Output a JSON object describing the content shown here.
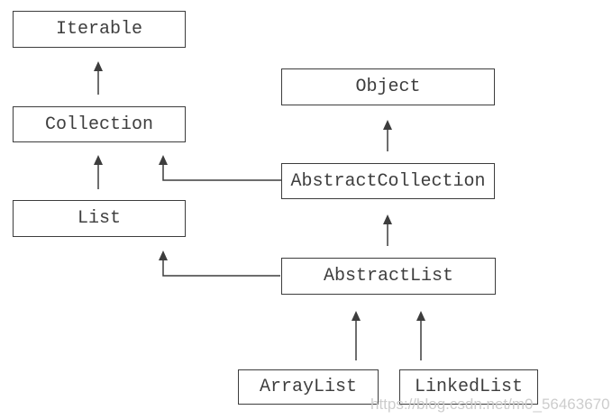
{
  "diagram": {
    "nodes": {
      "iterable": {
        "label": "Iterable"
      },
      "object": {
        "label": "Object"
      },
      "collection": {
        "label": "Collection"
      },
      "abstract_collection": {
        "label": "AbstractCollection"
      },
      "list": {
        "label": "List"
      },
      "abstract_list": {
        "label": "AbstractList"
      },
      "array_list": {
        "label": "ArrayList"
      },
      "linked_list": {
        "label": "LinkedList"
      }
    },
    "edges": [
      {
        "from": "Collection",
        "to": "Iterable"
      },
      {
        "from": "List",
        "to": "Collection"
      },
      {
        "from": "AbstractCollection",
        "to": "Collection"
      },
      {
        "from": "AbstractCollection",
        "to": "Object"
      },
      {
        "from": "AbstractList",
        "to": "AbstractCollection"
      },
      {
        "from": "AbstractList",
        "to": "List"
      },
      {
        "from": "ArrayList",
        "to": "AbstractList"
      },
      {
        "from": "LinkedList",
        "to": "AbstractList"
      }
    ],
    "colors": {
      "line": "#3d3d3d",
      "text": "#3e3e3e",
      "background": "#ffffff",
      "watermark": "#cdcdcd"
    }
  },
  "watermark": {
    "text": "https://blog.csdn.net/m0_56463670"
  }
}
